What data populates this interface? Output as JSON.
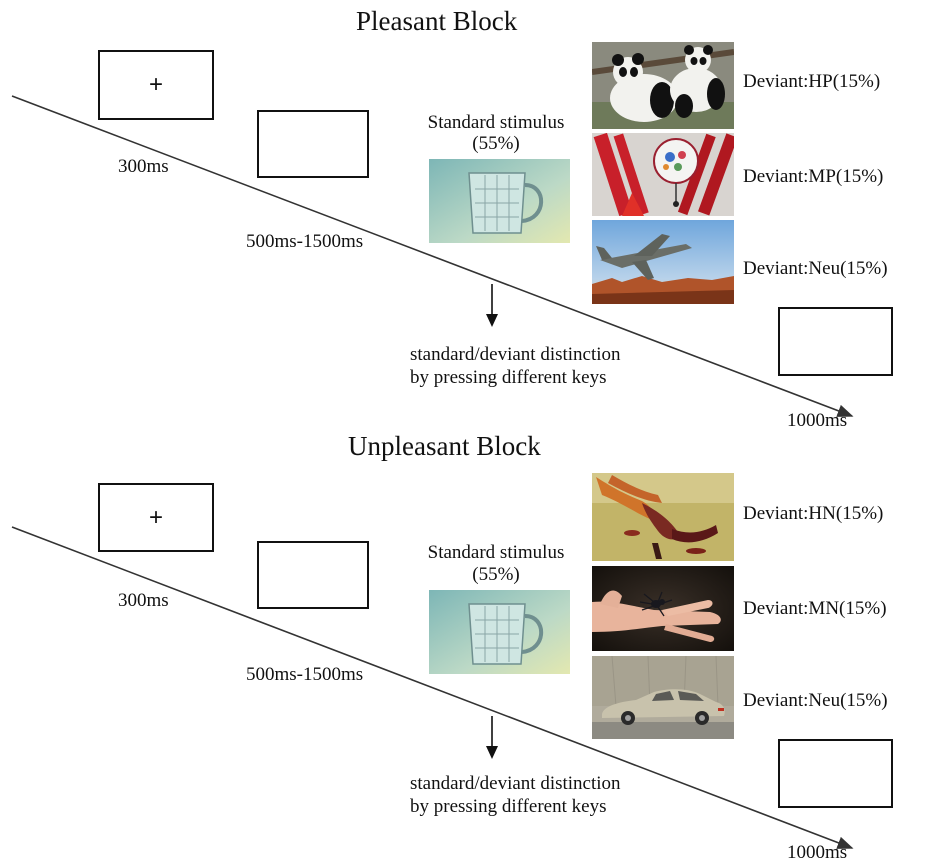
{
  "blocks": [
    {
      "title": "Pleasant Block",
      "fixation": "+",
      "t_fixation": "300ms",
      "t_blank": "500ms-1500ms",
      "standard_title": "Standard stimulus",
      "standard_pct": "(55%)",
      "response_line1": "standard/deviant distinction",
      "response_line2": "by pressing different keys",
      "t_end": "1000ms",
      "deviants": [
        {
          "label": "Deviant:HP(15%)",
          "image": "panda-photo"
        },
        {
          "label": "Deviant:MP(15%)",
          "image": "red-festival-ornament-photo"
        },
        {
          "label": "Deviant:Neu(15%)",
          "image": "fighter-jet-photo"
        }
      ]
    },
    {
      "title": "Unpleasant Block",
      "fixation": "+",
      "t_fixation": "300ms",
      "t_blank": "500ms-1500ms",
      "standard_title": "Standard stimulus",
      "standard_pct": "(55%)",
      "response_line1": "standard/deviant distinction",
      "response_line2": "by pressing different keys",
      "t_end": "1000ms",
      "deviants": [
        {
          "label": "Deviant:HN(15%)",
          "image": "injured-hand-photo"
        },
        {
          "label": "Deviant:MN(15%)",
          "image": "spider-on-hand-photo"
        },
        {
          "label": "Deviant:Neu(15%)",
          "image": "car-photo"
        }
      ]
    }
  ],
  "colors": {
    "line": "#333333",
    "frame": "#111111"
  }
}
